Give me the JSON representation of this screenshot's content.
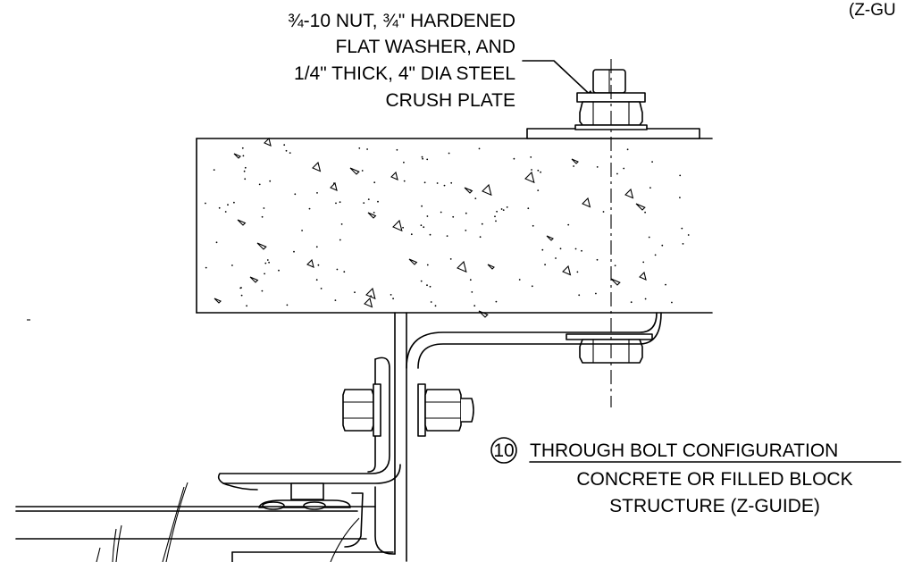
{
  "corner_label": "(Z-GU",
  "callout": {
    "lines": [
      "¾-10 NUT, ¾\" HARDENED",
      "FLAT WASHER, AND",
      "1/4\" THICK, 4\" DIA STEEL",
      "CRUSH PLATE"
    ]
  },
  "detail": {
    "number": "10",
    "title_lines": [
      "THROUGH BOLT CONFIGURATION",
      "CONCRETE OR FILLED BLOCK",
      "STRUCTURE (Z-GUIDE)"
    ]
  }
}
